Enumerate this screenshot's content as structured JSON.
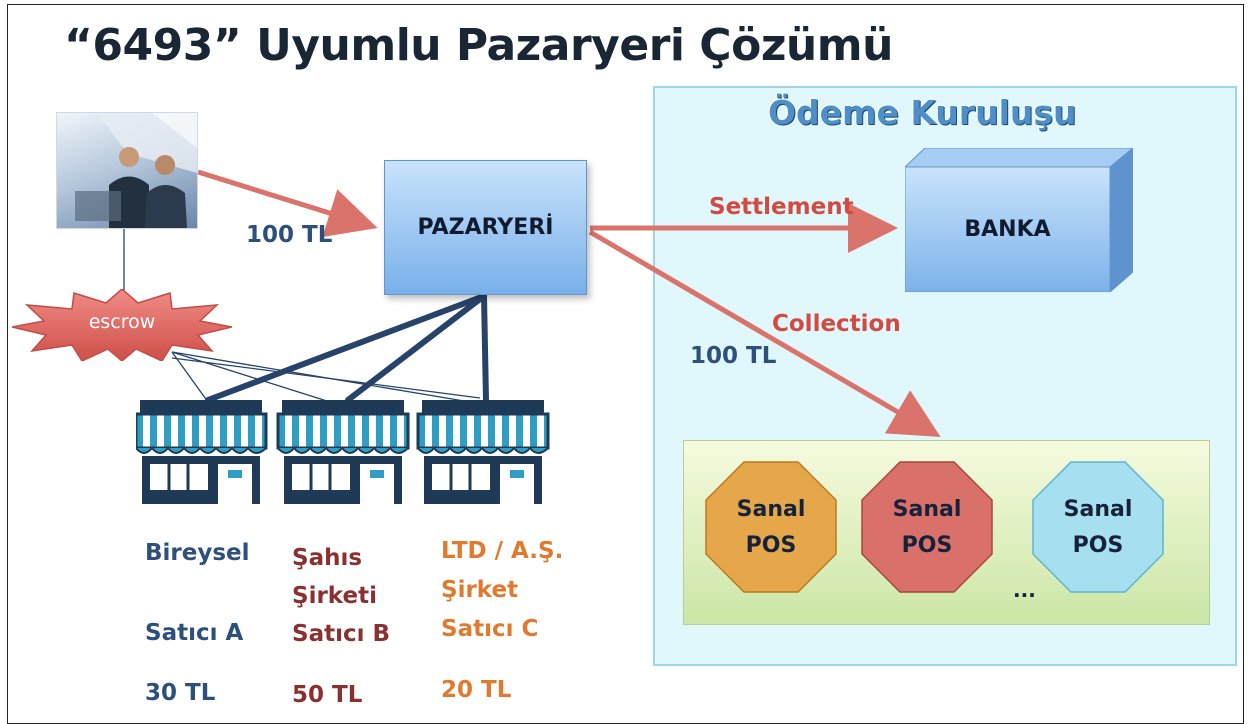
{
  "title": "“6493” Uyumlu Pazaryeri Çözümü",
  "odeme": {
    "title": "Ödeme Kuruluşu",
    "banka_label": "BANKA",
    "settlement_label": "Settlement",
    "collection_label": "Collection",
    "collection_amount": "100 TL",
    "pos_terminals": [
      {
        "line1": "Sanal",
        "line2": "POS",
        "color": "#e6a74b"
      },
      {
        "line1": "Sanal",
        "line2": "POS",
        "color": "#d9706a"
      },
      {
        "line1": "Sanal",
        "line2": "POS",
        "color": "#a5dff0"
      }
    ],
    "more": "..."
  },
  "buyer": {
    "payment_amount": "100 TL",
    "escrow_label": "escrow"
  },
  "pazaryeri_label": "PAZARYERİ",
  "sellers": [
    {
      "type_lines": [
        "Bireysel"
      ],
      "name": "Satıcı A",
      "amount": "30 TL",
      "color": "#2d4f7c"
    },
    {
      "type_lines": [
        "Şahıs",
        "Şirketi"
      ],
      "name": "Satıcı B",
      "amount": "50 TL",
      "color": "#8a3030"
    },
    {
      "type_lines": [
        "LTD / A.Ş.",
        "Şirket"
      ],
      "name": "Satıcı C",
      "amount": "20 TL",
      "color": "#e07a2e"
    }
  ],
  "colors": {
    "arrow": "#d9736b",
    "link": "#27436a",
    "title": "#1a2633",
    "odeme_bg": "#e0f7fb"
  },
  "icons": [
    "businessmen-photo",
    "storefront-icon"
  ]
}
